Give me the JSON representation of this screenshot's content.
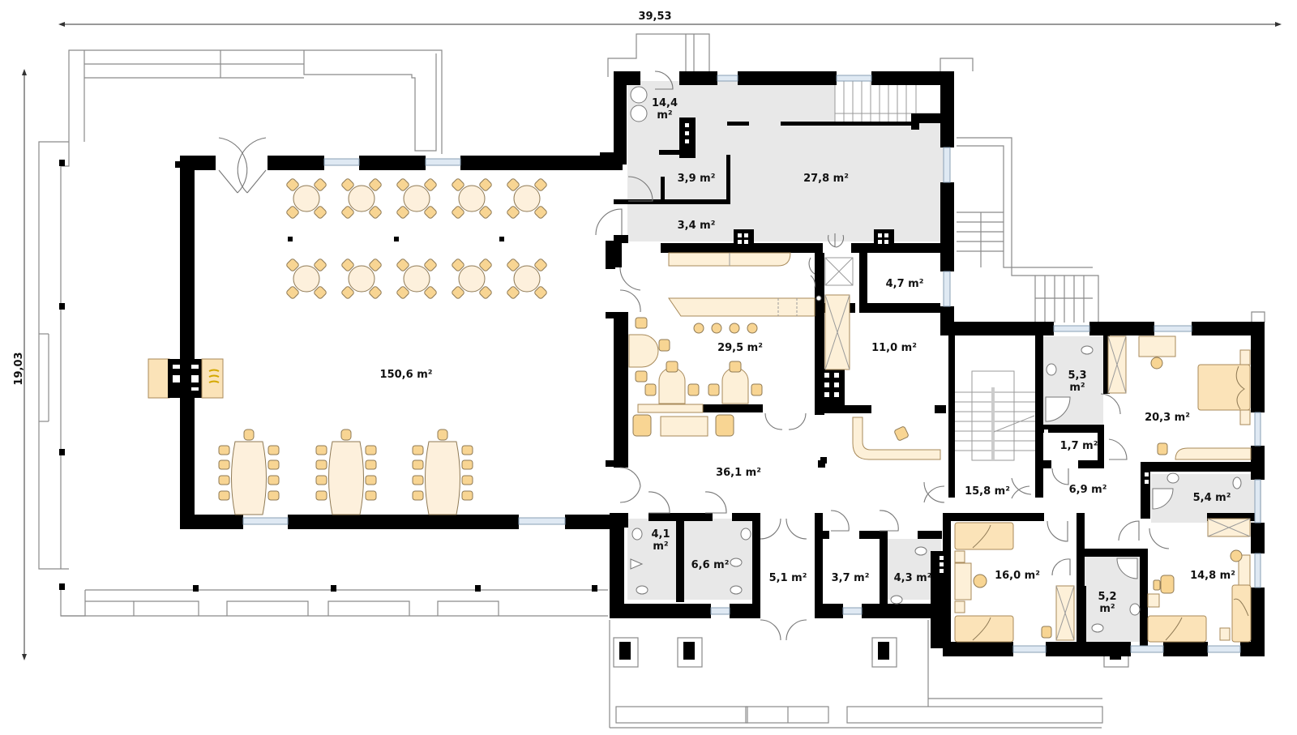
{
  "dimensions": {
    "width": "39,53",
    "depth": "19,03"
  },
  "rooms": {
    "hall": "150,6 m²",
    "boiler": "14,4",
    "boiler_unit": "m²",
    "storage_small": "3,9 m²",
    "kitchen": "27,8 m²",
    "corridor_service": "3,4 m²",
    "bar": "29,5 m²",
    "pantry": "4,7 m²",
    "office": "11,0 m²",
    "lobby": "36,1 m²",
    "wc_women": "4,1",
    "wc_women_unit": "m²",
    "wc_men": "6,6 m²",
    "vestibule": "5,1 m²",
    "cloak": "3,7 m²",
    "wc_disabled": "4,3 m²",
    "stair_hall": "15,8 m²",
    "bath_1": "5,3",
    "bath_1_unit": "m²",
    "closet": "1,7 m²",
    "bedroom_1": "20,3 m²",
    "hallway": "6,9 m²",
    "bath_2": "5,4 m²",
    "bedroom_2": "16,0 m²",
    "bath_3": "5,2",
    "bath_3_unit": "m²",
    "bedroom_3": "14,8 m²"
  },
  "colors": {
    "wall": "#000000",
    "service_floor": "#e8e8e8",
    "furniture": "#fbe3b8",
    "chair": "#f8d593",
    "window": "#dfe9f3"
  }
}
